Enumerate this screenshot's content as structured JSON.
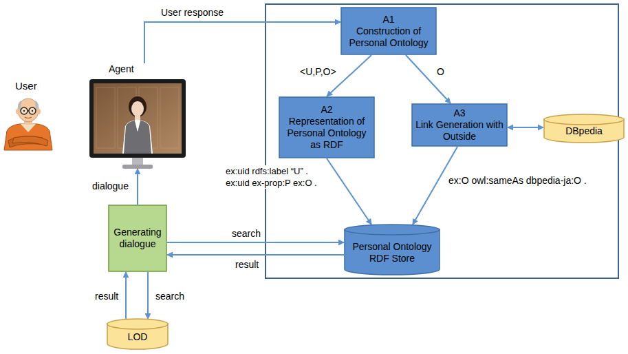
{
  "diagram": {
    "nodes": [
      {
        "text": [
          "Agent"
        ]
      },
      {
        "text": [
          "A1",
          "Construction of Personal Ontology"
        ]
      },
      {
        "text": [
          "A2",
          "Representation of Personal Ontology as RDF"
        ]
      },
      {
        "text": [
          "A3",
          "Link Generation with Outside"
        ]
      },
      {
        "text": [
          "DBpedia"
        ]
      },
      {
        "text": [
          "Personal Ontology RDF Store"
        ]
      },
      {
        "text": [
          "Generating dialogue"
        ]
      },
      {
        "text": [
          "LOD"
        ]
      }
    ],
    "edges": [
      {
        "from": 0,
        "to": 1,
        "arrow": "to",
        "label": "User response"
      },
      {
        "from": 1,
        "to": 2,
        "arrow": "to",
        "label": "<U,P,O>"
      },
      {
        "from": 1,
        "to": 3,
        "arrow": "to",
        "label": "O"
      },
      {
        "from": 3,
        "to": 4,
        "arrow": "both"
      },
      {
        "from": 2,
        "to": 5,
        "arrow": "to",
        "label": "ex:uid rdfs:label “U” . ex:uid ex-prop:P ex:O ."
      },
      {
        "from": 3,
        "to": 5,
        "arrow": "to",
        "label": "ex:O owl:sameAs dbpedia-ja:O ."
      },
      {
        "from": 6,
        "to": 5,
        "arrow": "to",
        "label": "search"
      },
      {
        "from": 5,
        "to": 6,
        "arrow": "to",
        "label": "result"
      },
      {
        "from": 6,
        "to": 0,
        "arrow": "to",
        "label": "dialogue"
      },
      {
        "from": 6,
        "to": 7,
        "arrow": "to",
        "label": "search"
      },
      {
        "from": 7,
        "to": 6,
        "arrow": "to",
        "label": "result"
      }
    ],
    "labels": [
      "User"
    ]
  }
}
